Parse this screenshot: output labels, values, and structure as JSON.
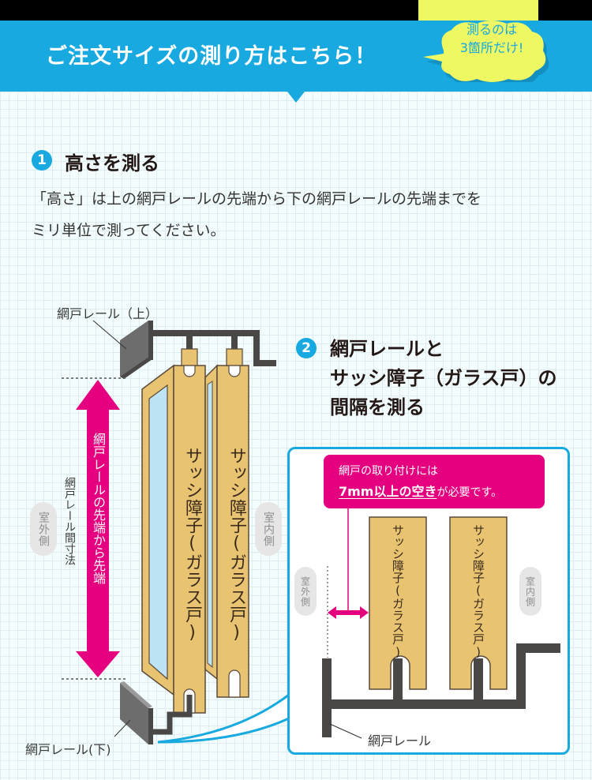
{
  "header": {
    "title": "ご注文サイズの測り方はこちら！",
    "bubble_line1": "測るのは",
    "bubble_line2": "3箇所だけ!"
  },
  "step1": {
    "number": "1",
    "title": "高さを測る",
    "description_line1": "「高さ」は上の網戸レールの先端から下の網戸レールの先端までを",
    "description_line2": "ミリ単位で測ってください。"
  },
  "step2": {
    "number": "2",
    "title_line1": "網戸レールと",
    "title_line2": "サッシ障子（ガラス戸）の",
    "title_line3": "間隔を測る"
  },
  "diagram_left": {
    "rail_top_label": "網戸レール（上）",
    "rail_bottom_label": "網戸レール(下)",
    "arrow_label": "網戸レールの先端から先端",
    "dimension_label": "網戸レール間寸法",
    "outside_label": "室外側",
    "inside_label": "室内側",
    "panel_label_1": "サッシ障子(ガラス戸)",
    "panel_label_2": "サッシ障子(ガラス戸)"
  },
  "diagram_inset": {
    "callout_line1": "網戸の取り付けには",
    "callout_emphasis": "7mm以上の空き",
    "callout_suffix": "が必要です。",
    "outside_label": "室外側",
    "inside_label": "室内側",
    "panel_label_1": "サッシ障子(ガラス戸)",
    "panel_label_2": "サッシ障子(ガラス戸)",
    "rail_label": "網戸レール"
  },
  "colors": {
    "brand_blue": "#17a9df",
    "accent_magenta": "#e4007f",
    "bubble_yellow": "#eef863",
    "panel_tan": "#e8c472",
    "glass_blue": "#bde3f5",
    "rail_dark": "#4a4847"
  }
}
